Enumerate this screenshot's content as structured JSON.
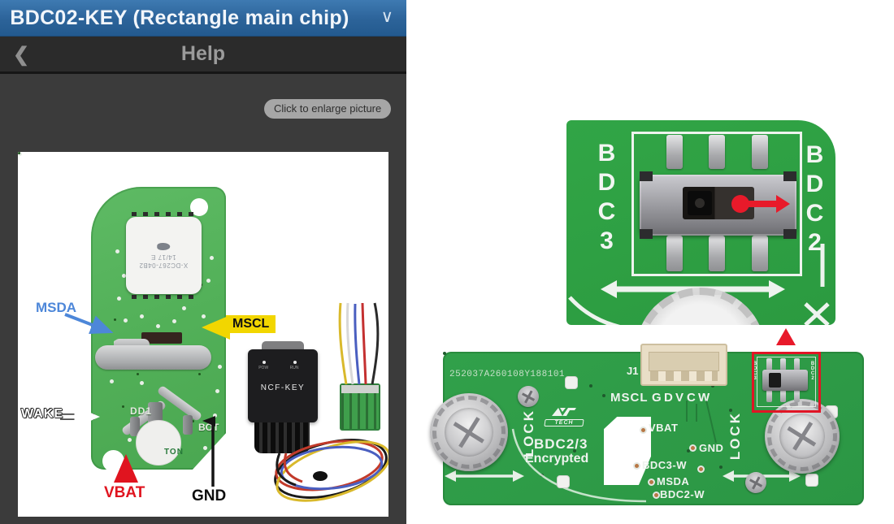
{
  "title_bar": {
    "title": "BDC02-KEY (Rectangle main chip)",
    "dropdown_icon": "∨"
  },
  "nav_bar": {
    "back_icon": "❮",
    "title": "Help"
  },
  "toolbar": {
    "enlarge_button": "Click to enlarge picture"
  },
  "key_photo": {
    "labels": {
      "msda": "MSDA",
      "mscl": "MSCL",
      "wake": "WAKE",
      "vbat": "VBAT",
      "gnd": "GND"
    },
    "pcb_text": {
      "dd1": "DD1",
      "bot": "BOT",
      "ton": "TON"
    },
    "chip": {
      "line1": "X-DC267-04B2",
      "line2": "14/17 E"
    },
    "programmer": {
      "label": "NCF-KEY",
      "led1": "POW",
      "led2": "RUN"
    }
  },
  "switch_zoom": {
    "left_label": "BDC3",
    "right_label": "BDC2"
  },
  "adapter_board": {
    "serial": "252037A260108Y188101",
    "connector_label": "J1",
    "pin_row": {
      "name": "MSCL",
      "pins": [
        "G",
        "D",
        "V",
        "C",
        "W"
      ]
    },
    "logo_text": "TECH",
    "board_name_line1": "BDC2/3",
    "board_name_line2": "Encrypted",
    "pad_labels": {
      "vbat": "VBAT",
      "gnd": "GND",
      "bdc3w": "BDC3-W",
      "msda": "MSDA",
      "bdc2w": "BDC2-W"
    },
    "lock_left": "LOCK",
    "lock_right": "LOCK",
    "mini_switch": {
      "left_label": "BDC3",
      "right_label": "BDC2"
    }
  },
  "colors": {
    "title_blue": "#2c6399",
    "accent_red": "#e81a2a",
    "key_green": "#53b159",
    "pcb_green": "#2f9e43",
    "highlight_yellow": "#f2d600",
    "msda_blue": "#4d87d9"
  }
}
